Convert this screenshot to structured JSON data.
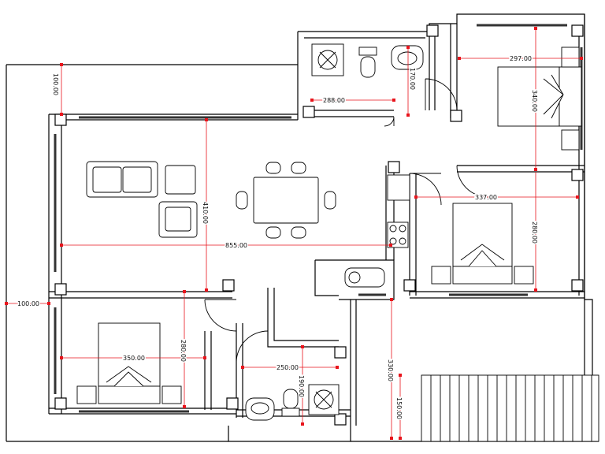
{
  "colors": {
    "wall": "#000000",
    "dimension": "#e8141c",
    "background": "#ffffff"
  },
  "dimensions": {
    "bath_top_width": "288.00",
    "bath_top_depth": "170.00",
    "bedroom_ne_width": "297.00",
    "bedroom_ne_depth": "340.00",
    "porch_depth": "100.00",
    "living_height": "410.00",
    "living_width": "855.00",
    "bedroom_e_width": "337.00",
    "bedroom_e_depth": "280.00",
    "side_margin": "100.00",
    "bedroom_sw_width": "350.00",
    "bedroom_sw_depth": "280.00",
    "bath_bottom_width": "250.00",
    "bath_bottom_depth": "190.00",
    "stair_hall_depth": "330.00",
    "stair_depth": "150.00"
  }
}
